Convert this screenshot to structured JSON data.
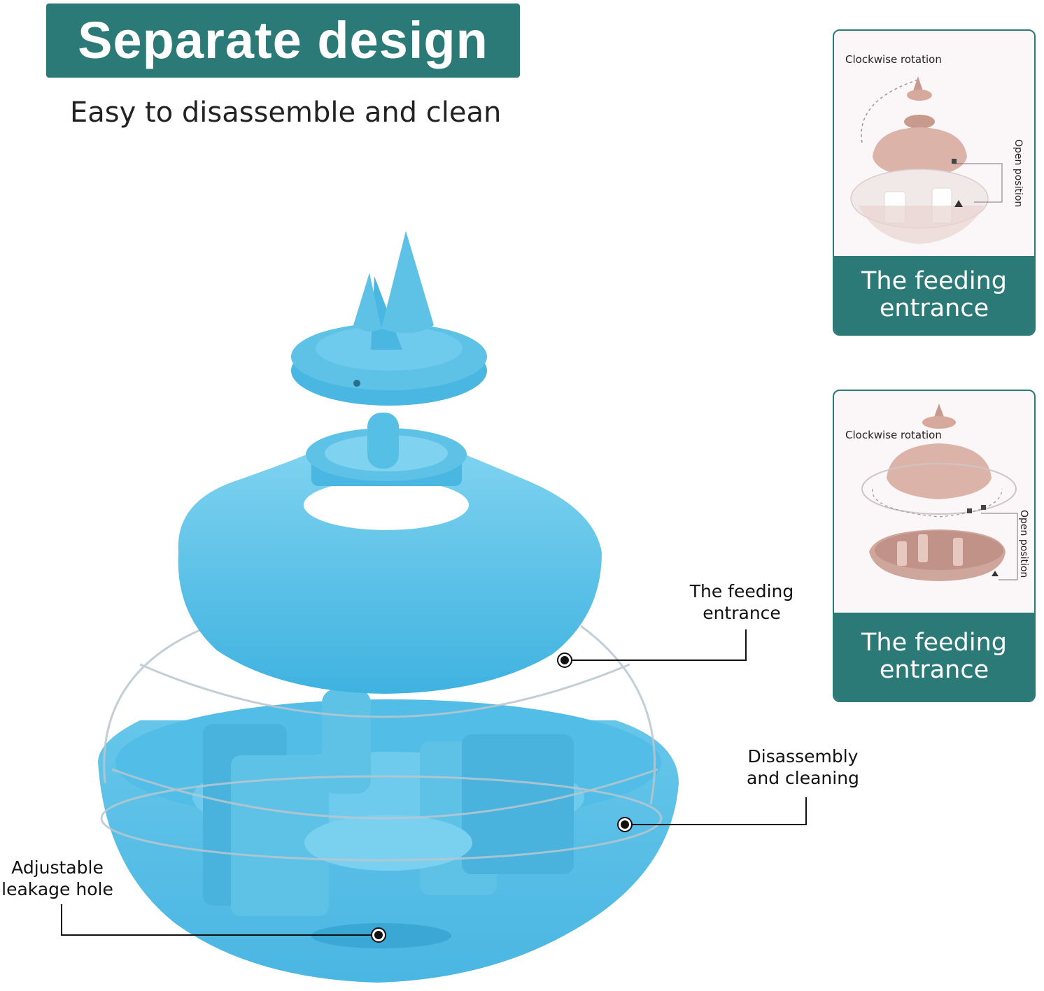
{
  "header": {
    "title": "Separate design",
    "subtitle": "Easy to disassemble and clean"
  },
  "callouts": {
    "feeding_entrance": [
      "The feeding",
      "entrance"
    ],
    "disassembly": [
      "Disassembly",
      "and cleaning"
    ],
    "leakage_hole": [
      "Adjustable",
      "leakage hole"
    ]
  },
  "panels": [
    {
      "rotation_label": "Clockwise rotation",
      "position_label": "Open position",
      "caption": [
        "The feeding",
        "entrance"
      ]
    },
    {
      "rotation_label": "Clockwise rotation",
      "position_label": "Open position",
      "caption": [
        "The feeding",
        "entrance"
      ]
    }
  ],
  "colors": {
    "brand_teal": "#2b7a78",
    "product_blue": "#5ec2e6",
    "product_pink": "#dcb3a8"
  }
}
